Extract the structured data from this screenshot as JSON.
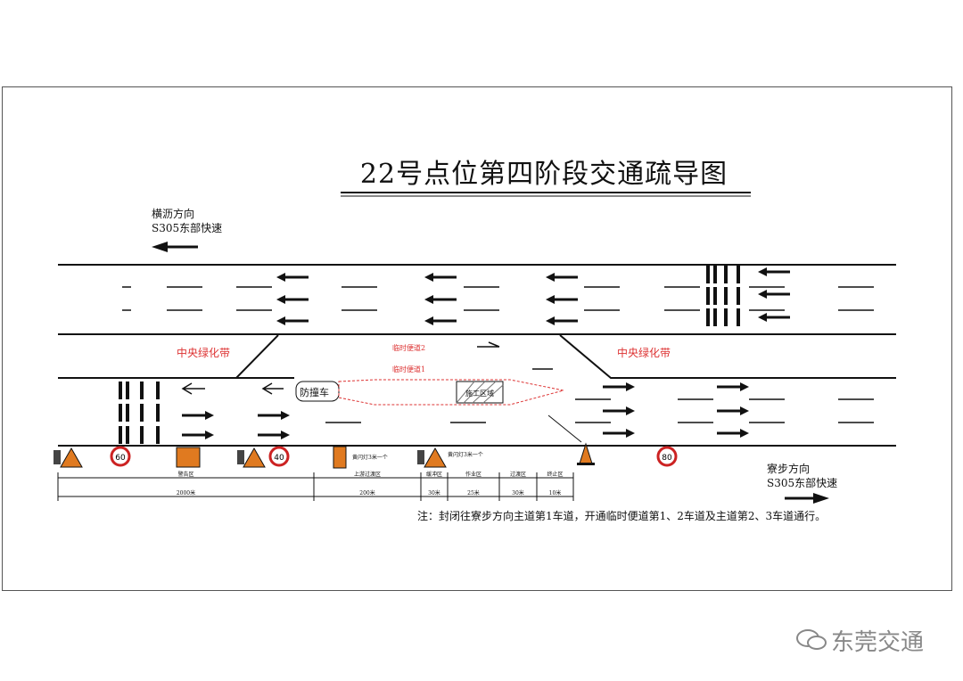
{
  "title": "22号点位第四阶段交通疏导图",
  "direction_west": {
    "line1": "横沥方向",
    "line2": "S305东部快速"
  },
  "direction_east": {
    "line1": "寮步方向",
    "line2": "S305东部快速"
  },
  "median_left": "中央绿化带",
  "median_right": "中央绿化带",
  "temp_lane_2": "临时便道2",
  "temp_lane_1": "临时便道1",
  "crash_truck": "防撞车",
  "work_zone": "施工区域",
  "speed_signs": [
    "60",
    "40",
    "80"
  ],
  "arrow_board_labels": [
    "黄闪灯3米一个",
    "黄闪灯3米一个"
  ],
  "zones": [
    {
      "label": "警告区",
      "distance": "2000米"
    },
    {
      "label": "上游过渡区",
      "distance": "200米"
    },
    {
      "label": "缓冲区",
      "distance": "30米"
    },
    {
      "label": "作业区",
      "distance": "25米"
    },
    {
      "label": "过渡区",
      "distance": "30米"
    },
    {
      "label": "终止区",
      "distance": "10米"
    }
  ],
  "note": "注：封闭往寮步方向主道第1车道，开通临时便道第1、2车道及主道第2、3车道通行。",
  "watermark": "东莞交通",
  "colors": {
    "line": "#111111",
    "red": "#dd3333",
    "sign_orange": "#e07a20",
    "sign_red": "#cc2222"
  }
}
